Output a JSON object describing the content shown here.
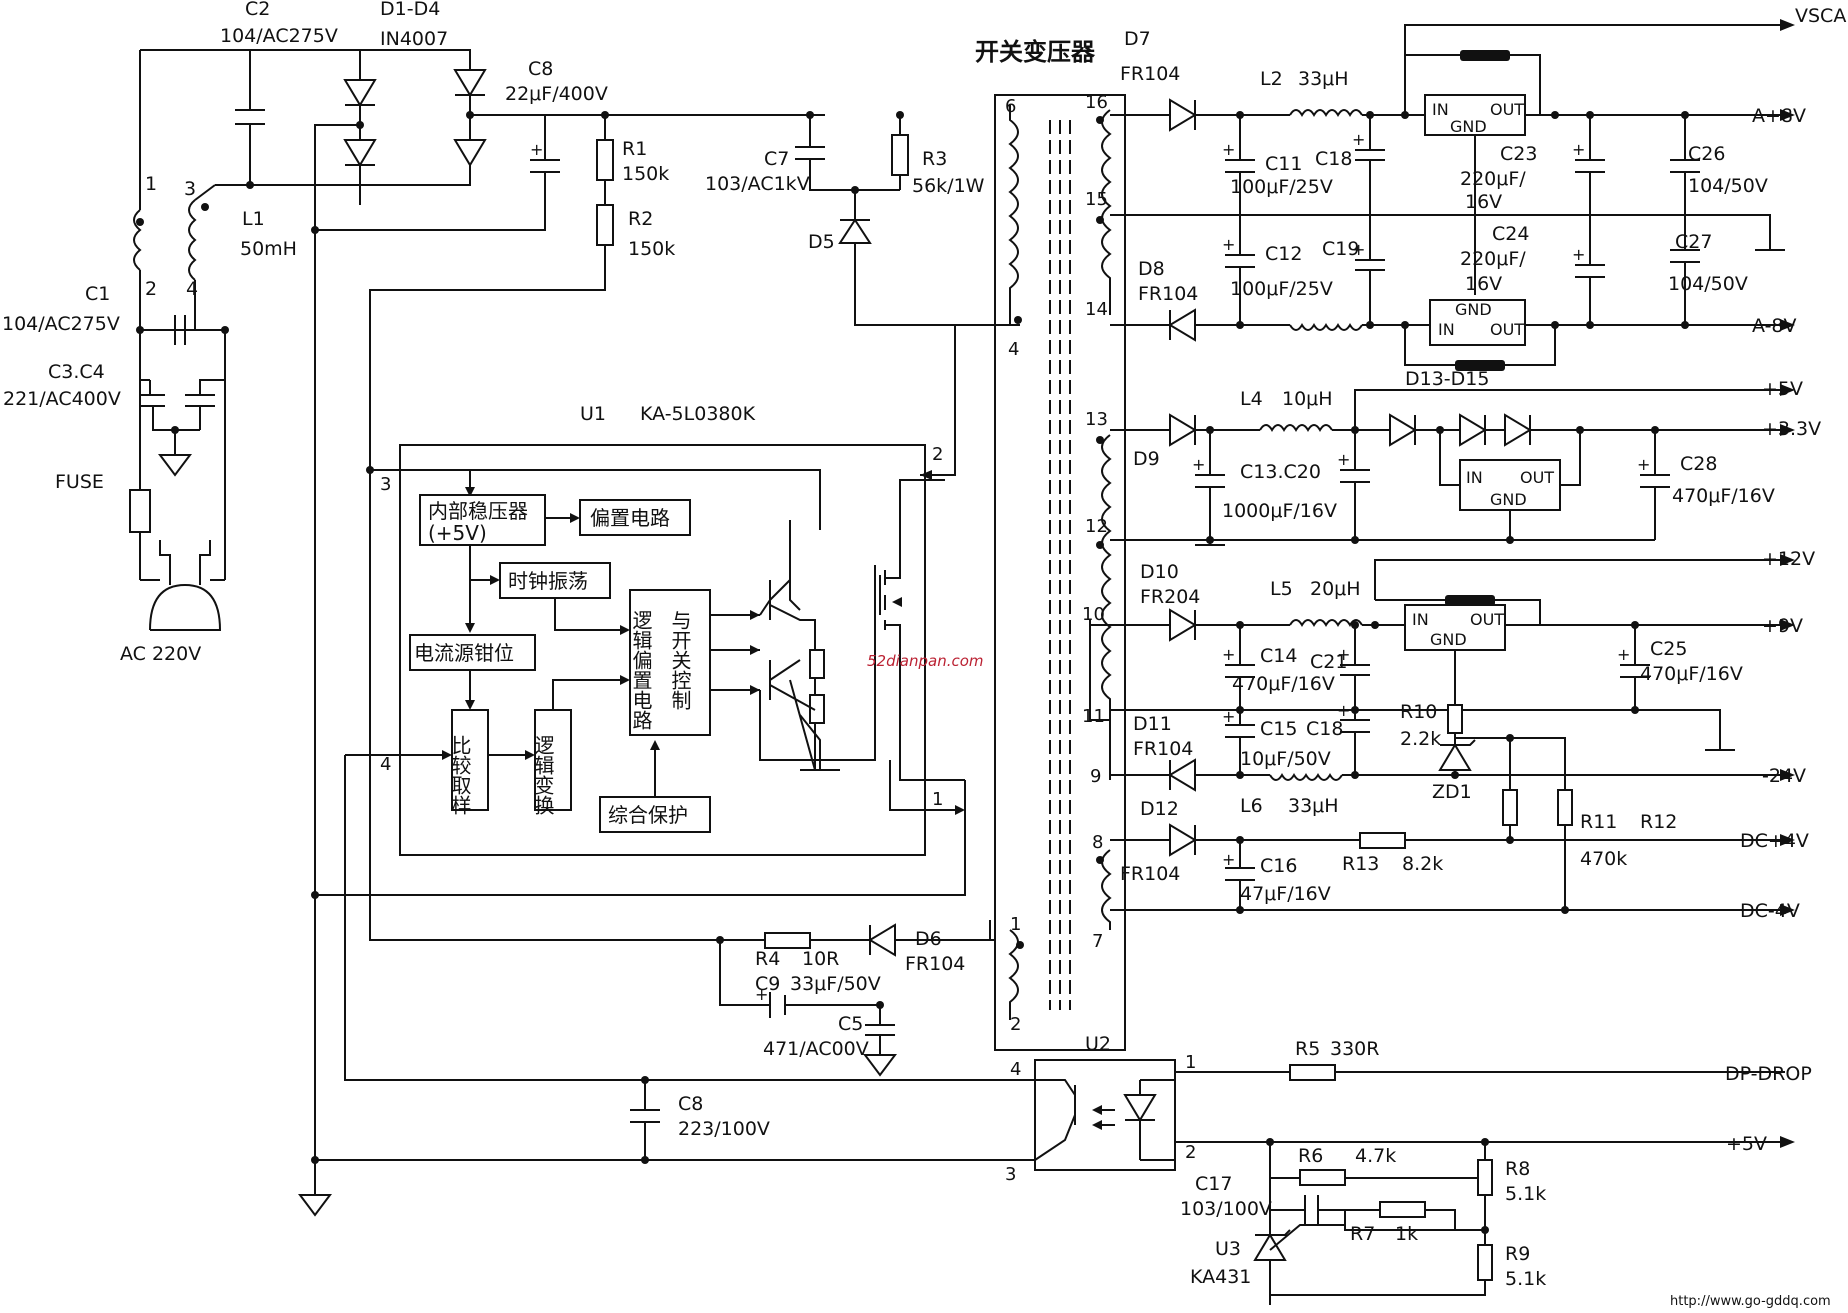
{
  "title": "开关变压器",
  "ac_input": {
    "c2": "C2",
    "c2_val": "104/AC275V",
    "d1d4": "D1-D4",
    "d1d4_val": "IN4007",
    "c8": "C8",
    "c8_val": "22μF/400V",
    "l1": "L1",
    "l1_val": "50mH",
    "c1": "C1",
    "c1_val": "104/AC275V",
    "c3c4": "C3.C4",
    "c3c4_val": "221/AC400V",
    "fuse": "FUSE",
    "ac": "AC 220V",
    "pin1": "1",
    "pin2": "2",
    "pin3": "3",
    "pin4": "4"
  },
  "primary": {
    "r1": "R1",
    "r1_val": "150k",
    "r2": "R2",
    "r2_val": "150k",
    "c7": "C7",
    "c7_val": "103/AC1kV",
    "r3": "R3",
    "r3_val": "56k/1W",
    "d5": "D5"
  },
  "ic": {
    "label": "U1",
    "model": "KA-5L0380K",
    "pin1": "1",
    "pin2": "2",
    "pin3": "3",
    "pin4": "4",
    "blocks": {
      "regulator": "内部稳压器",
      "regulator2": "(+5V)",
      "bias": "偏置电路",
      "clock": "时钟振荡",
      "current": "电流源钳位",
      "compare": "比较取样",
      "logic_convert": "逻辑变换",
      "logic_bias": "逻辑偏置电路",
      "switch_ctrl": "与开关控制",
      "protect": "综合保护"
    }
  },
  "aux": {
    "r4": "R4",
    "r4_val": "10R",
    "d6": "D6",
    "d6_val": "FR104",
    "c9": "C9",
    "c9_val": "33μF/50V",
    "c5": "C5",
    "c5_val": "471/AC00V",
    "c8b": "C8",
    "c8b_val": "223/100V"
  },
  "transformer": {
    "pins": [
      "6",
      "4",
      "1",
      "2",
      "16",
      "15",
      "14",
      "13",
      "12",
      "10",
      "11",
      "9",
      "8",
      "7"
    ]
  },
  "secondary": {
    "d7": "D7",
    "d7_val": "FR104",
    "l2": "L2",
    "l2_val": "33μH",
    "c11": "C11",
    "c11_val": "100μF/25V",
    "c18": "C18",
    "c12": "C12",
    "c19": "C19",
    "c12_val": "100μF/25V",
    "d8": "D8",
    "d8_val": "FR104",
    "c23": "C23",
    "c23_val1": "220μF/",
    "c23_val2": "16V",
    "c24": "C24",
    "c24_val1": "220μF/",
    "c24_val2": "16V",
    "c26": "C26",
    "c26_val": "104/50V",
    "c27": "C27",
    "c27_val": "104/50V",
    "d13d15": "D13-D15",
    "l4": "L4",
    "l4_val": "10μH",
    "d9": "D9",
    "c13": "C13.C20",
    "c13_val": "1000μF/16V",
    "c28": "C28",
    "c28_val": "470μF/16V",
    "d10": "D10",
    "d10_val": "FR204",
    "l5": "L5",
    "l5_val": "20μH",
    "c14": "C14",
    "c14_val": "470μF/16V",
    "c21": "C21",
    "c25": "C25",
    "c25_val": "470μF/16V",
    "d11": "D11",
    "d11_val": "FR104",
    "c15": "C15",
    "c15_val": "10μF/50V",
    "c18b": "C18",
    "r10": "R10",
    "r10_val": "2.2k",
    "zd1": "ZD1",
    "l6": "L6",
    "l6_val": "33μH",
    "d12": "D12",
    "d12_val": "FR104",
    "c16": "C16",
    "c16_val": "47μF/16V",
    "r13": "R13",
    "r13_val": "8.2k",
    "r11": "R11",
    "r12": "R12",
    "r11_val": "470k",
    "reg_in": "IN",
    "reg_out": "OUT",
    "reg_gnd": "GND"
  },
  "feedback": {
    "u2": "U2",
    "u2_p1": "1",
    "u2_p2": "2",
    "u2_p3": "3",
    "u2_p4": "4",
    "r5": "R5",
    "r5_val": "330R",
    "r6": "R6",
    "r6_val": "4.7k",
    "c17": "C17",
    "c17_val": "103/100V",
    "r7": "R7",
    "r7_val": "1k",
    "r8": "R8",
    "r8_val": "5.1k",
    "r9": "R9",
    "r9_val": "5.1k",
    "u3": "U3",
    "u3_val": "KA431"
  },
  "outputs": {
    "vscart": "VSCART",
    "a8p": "A+8V",
    "a8n": "A-8V",
    "p5": "+5V",
    "p33": "+3.3V",
    "p12": "+12V",
    "p9": "+9V",
    "m24": "-24V",
    "dc4p": "DC+4V",
    "dc4n": "DC-4V",
    "dpdrop": "DP-DROP",
    "p5b": "+5V"
  },
  "watermark": "52dianpan.com",
  "footer": "http://www.go-gddq.com"
}
